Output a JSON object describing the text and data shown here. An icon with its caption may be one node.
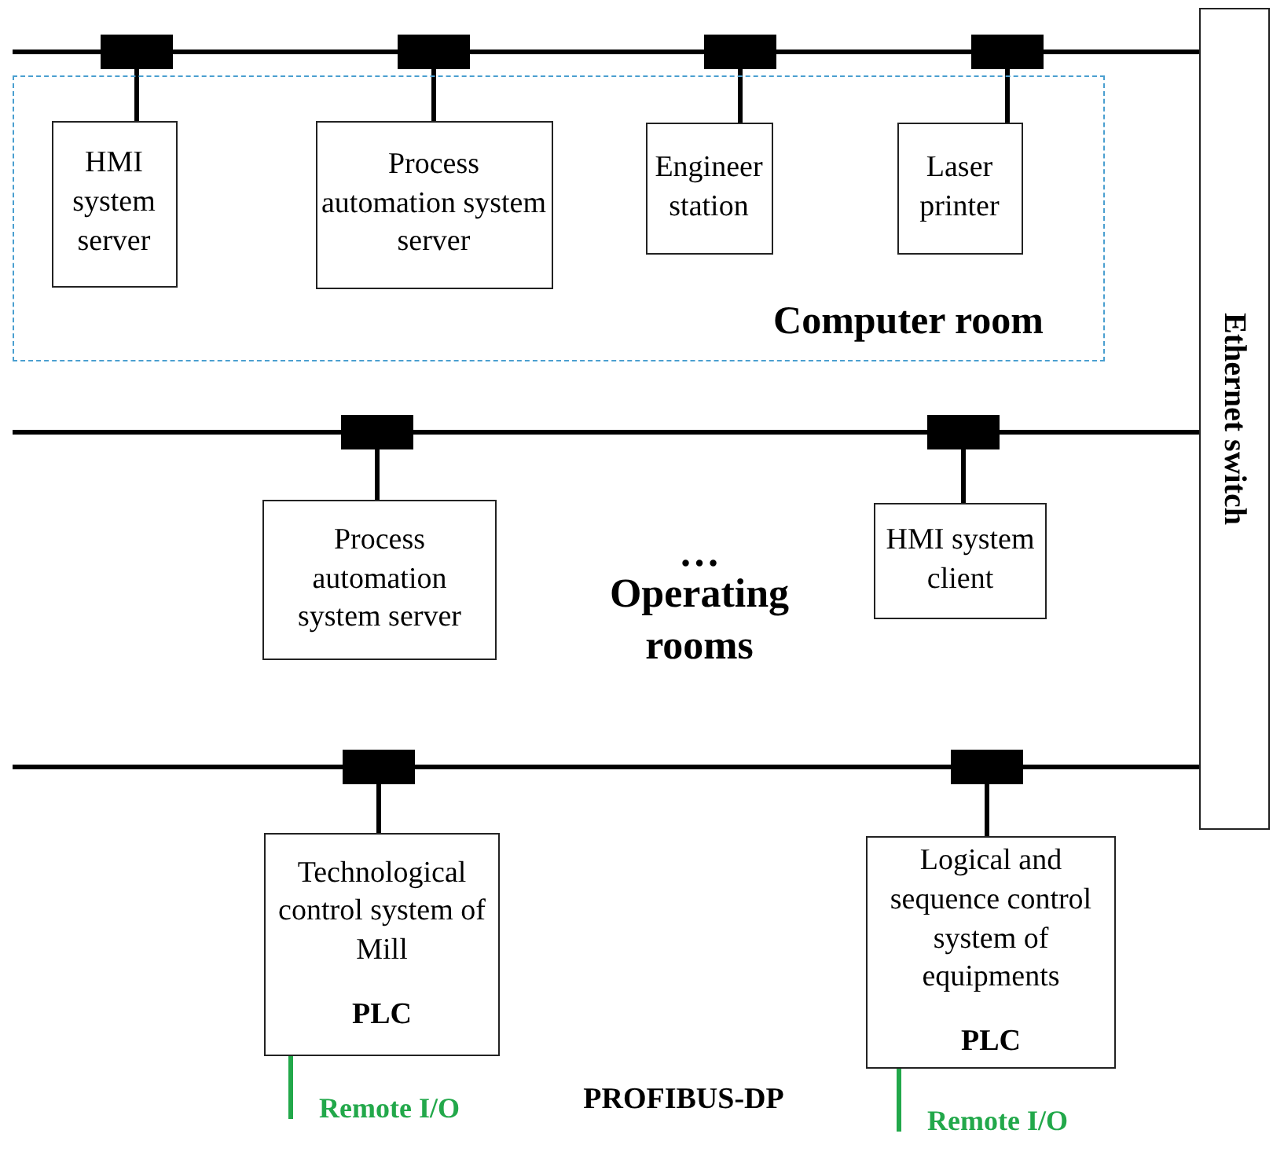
{
  "diagram": {
    "nodes": [
      {
        "text": [
          "Ethernet switch"
        ]
      },
      {
        "text": [
          "Computer room"
        ]
      },
      {
        "text": [
          "HMI system server"
        ],
        "in": 1
      },
      {
        "text": [
          "Process automation system server"
        ],
        "in": 1
      },
      {
        "text": [
          "Engineer station"
        ],
        "in": 1
      },
      {
        "text": [
          "Laser printer"
        ],
        "in": 1
      },
      {
        "text": [
          "Process automation system server"
        ]
      },
      {
        "text": [
          "HMI system client"
        ]
      },
      {
        "text": [
          "Technological control system of Mill",
          "PLC"
        ]
      },
      {
        "text": [
          "Logical and sequence control system of equipments",
          "PLC"
        ]
      },
      {
        "text": [],
        "shape": "box"
      },
      {
        "text": [],
        "shape": "box"
      },
      {
        "text": [],
        "shape": "box"
      },
      {
        "text": [],
        "shape": "box"
      },
      {
        "text": [],
        "shape": "box"
      },
      {
        "text": [],
        "shape": "box"
      },
      {
        "text": [],
        "shape": "box"
      },
      {
        "text": [],
        "shape": "box"
      }
    ],
    "edges": [
      {
        "from": null,
        "to": 0,
        "arrow": "none"
      },
      {
        "from": null,
        "to": 0,
        "arrow": "none"
      },
      {
        "from": null,
        "to": 0,
        "arrow": "none"
      },
      {
        "from": 2,
        "to": 10,
        "arrow": "none"
      },
      {
        "from": 3,
        "to": 11,
        "arrow": "none"
      },
      {
        "from": 4,
        "to": 12,
        "arrow": "none"
      },
      {
        "from": 5,
        "to": 13,
        "arrow": "none"
      },
      {
        "from": 6,
        "to": 14,
        "arrow": "none"
      },
      {
        "from": 7,
        "to": 15,
        "arrow": "none"
      },
      {
        "from": 8,
        "to": 16,
        "arrow": "none"
      },
      {
        "from": 9,
        "to": 17,
        "arrow": "none"
      },
      {
        "from": 8,
        "to": null,
        "arrow": "none",
        "label": "Remote I/O",
        "color": "#22a84a"
      },
      {
        "from": 9,
        "to": null,
        "arrow": "none",
        "label": "Remote I/O",
        "color": "#22a84a"
      }
    ],
    "labels": [
      "…",
      "Operating rooms",
      "PROFIBUS-DP"
    ]
  }
}
